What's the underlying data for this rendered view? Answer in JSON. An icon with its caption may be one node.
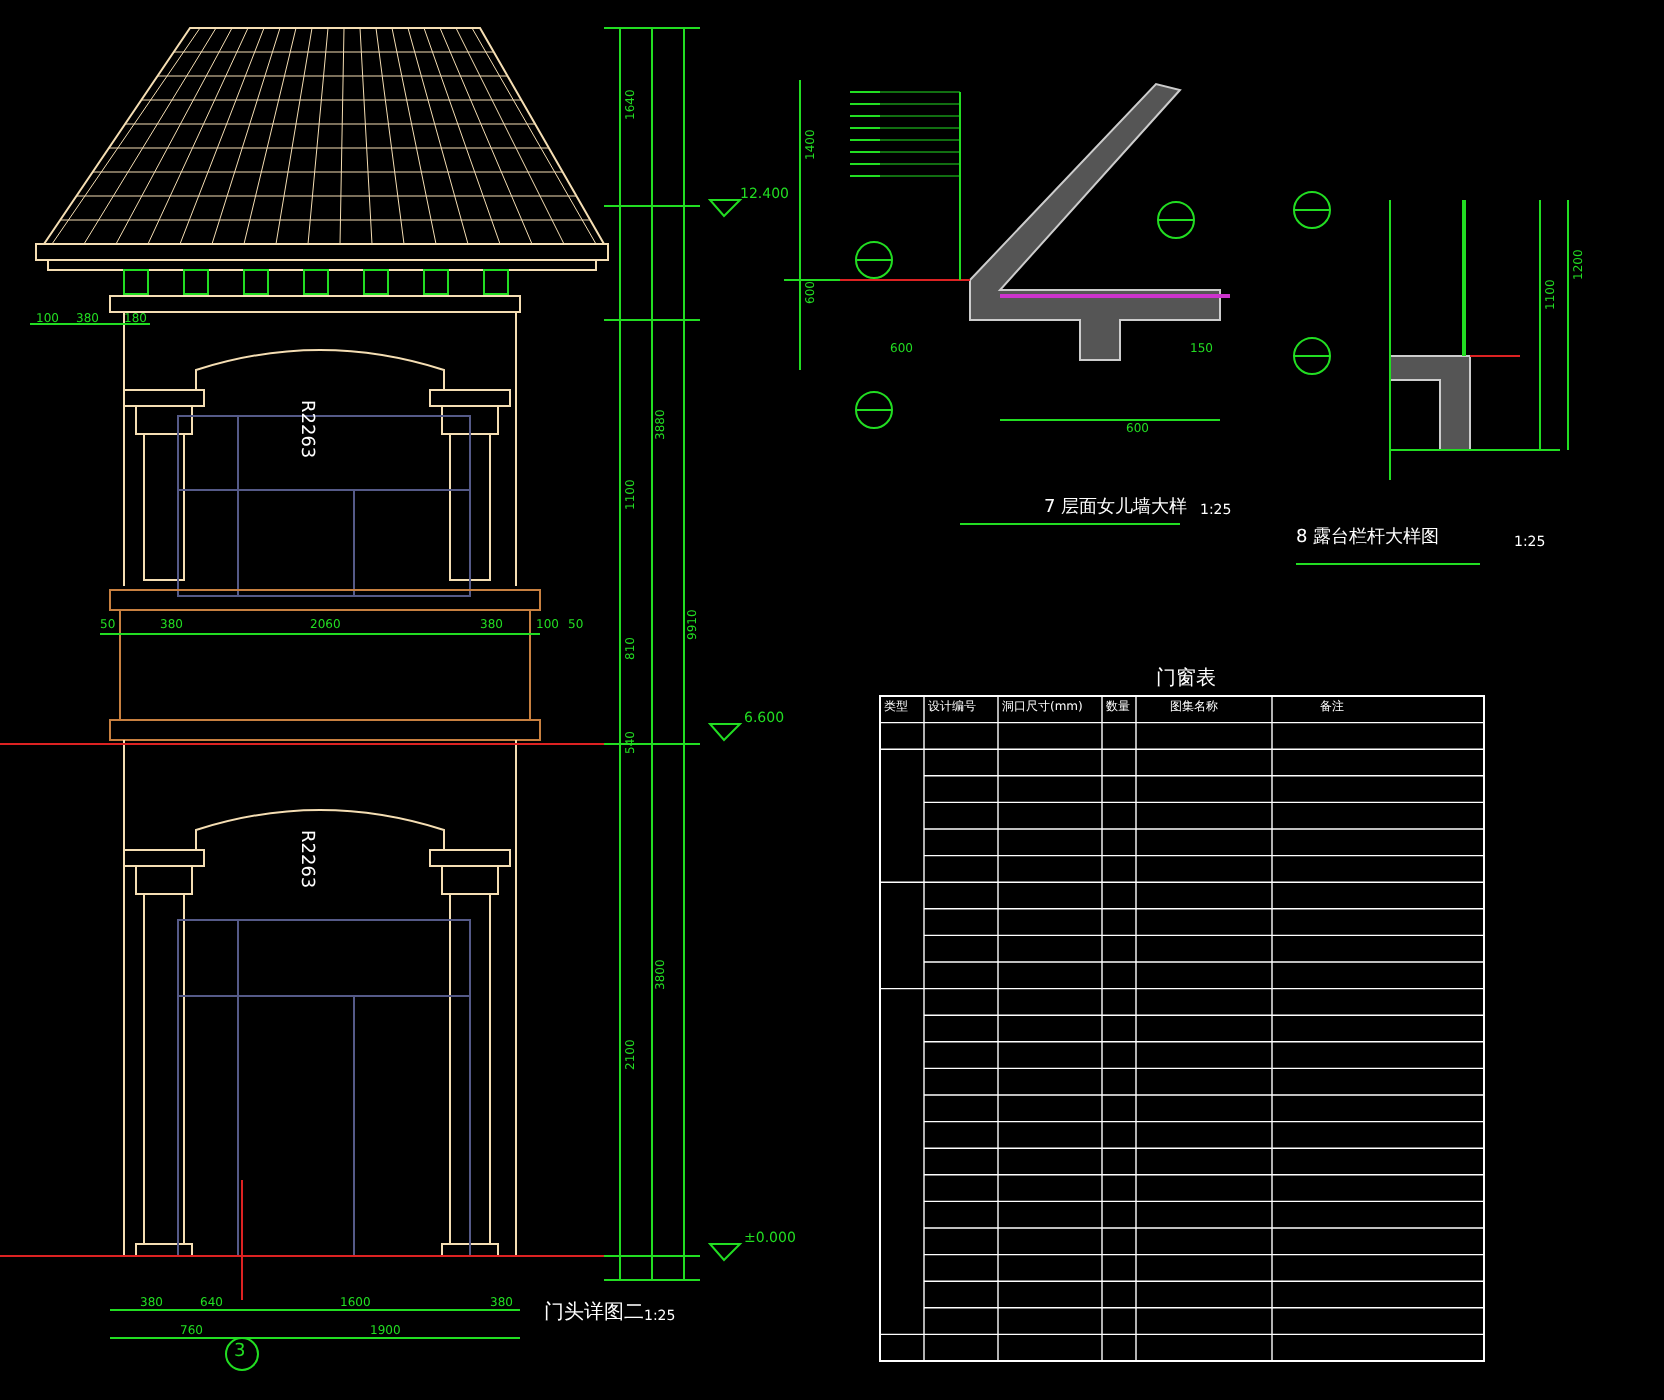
{
  "diagram": {
    "labels": [
      "100",
      "380",
      "180",
      "R2263",
      "50",
      "380",
      "2060",
      "380",
      "100",
      "50",
      "R2263",
      "380",
      "640",
      "1600",
      "380",
      "760",
      "1900",
      "3",
      "门头详图二",
      "1:25",
      "1640",
      "3880",
      "9910",
      "1100",
      "810",
      "540",
      "3800",
      "2100",
      "12.400",
      "6.600",
      "±0.000",
      "1400",
      "600",
      "600",
      "600",
      "150",
      "7 层面女儿墙大样",
      "1:25",
      "1100",
      "1200",
      "8 露台栏杆大样图",
      "1:25",
      "门窗表",
      "类型",
      "设计编号",
      "洞口尺寸(mm)",
      "数量",
      "图集名称",
      "备注"
    ]
  }
}
